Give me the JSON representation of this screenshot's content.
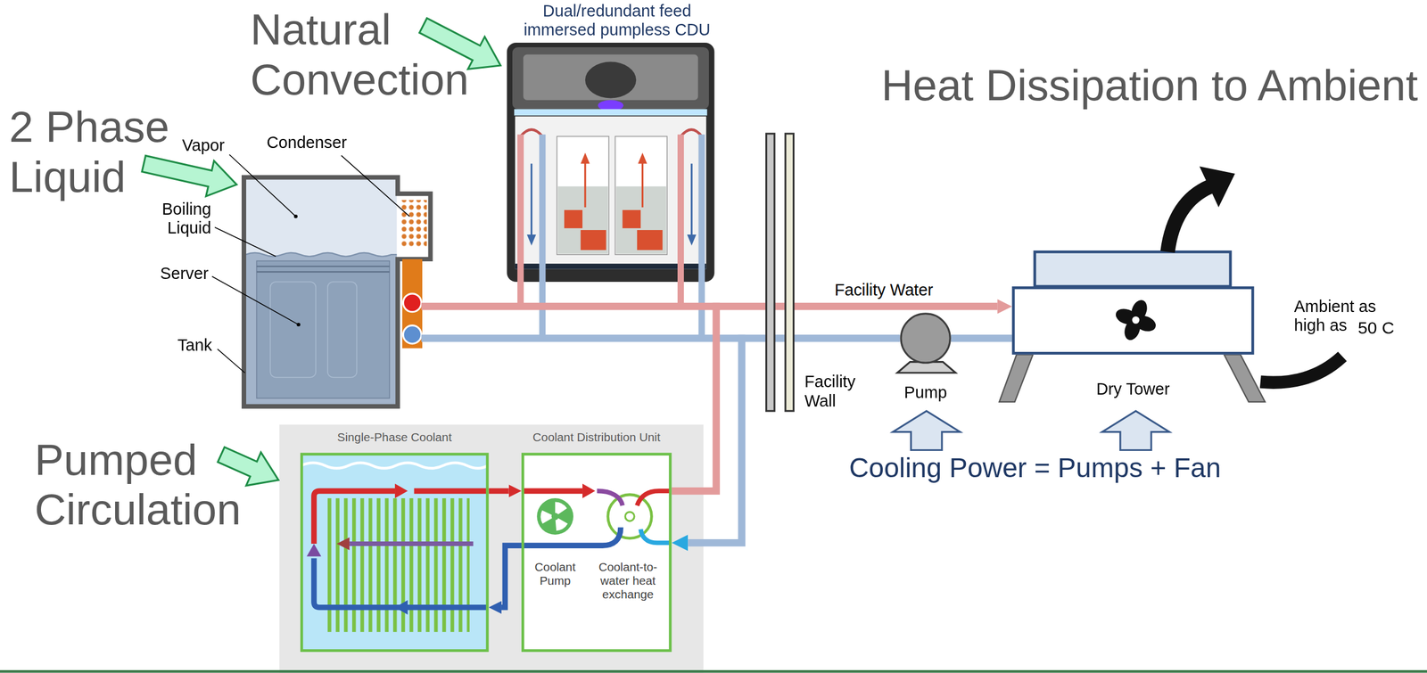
{
  "diagram": {
    "nodes": [
      {
        "text": [
          "Single-Phase Coolant"
        ]
      },
      {
        "text": [
          "Coolant Distribution Unit",
          "Coolant Pump",
          "Coolant-to-water heat exchange"
        ]
      },
      {
        "text": [
          "Pump"
        ]
      },
      {
        "text": [
          "Dry Tower"
        ]
      }
    ],
    "edges": [
      {
        "from": 0,
        "to": 1,
        "arrow": "to"
      },
      {
        "from": 1,
        "to": 0,
        "arrow": "to"
      },
      {
        "from": 1,
        "to": 3,
        "label": "Facility Water",
        "arrow": "to"
      },
      {
        "from": 3,
        "to": 2,
        "arrow": "none"
      },
      {
        "from": 2,
        "to": 1,
        "arrow": "to"
      }
    ],
    "labels": [
      "Natural Convection",
      "Dual/redundant feed immersed pumpless CDU",
      "Heat Dissipation to Ambient",
      "2 Phase Liquid",
      "Vapor",
      "Condenser",
      "Boiling Liquid",
      "Server",
      "Tank",
      "Facility Wall",
      "Ambient as high as",
      "50 C",
      "Pumped Circulation",
      "Cooling Power = Pumps + Fan"
    ]
  }
}
